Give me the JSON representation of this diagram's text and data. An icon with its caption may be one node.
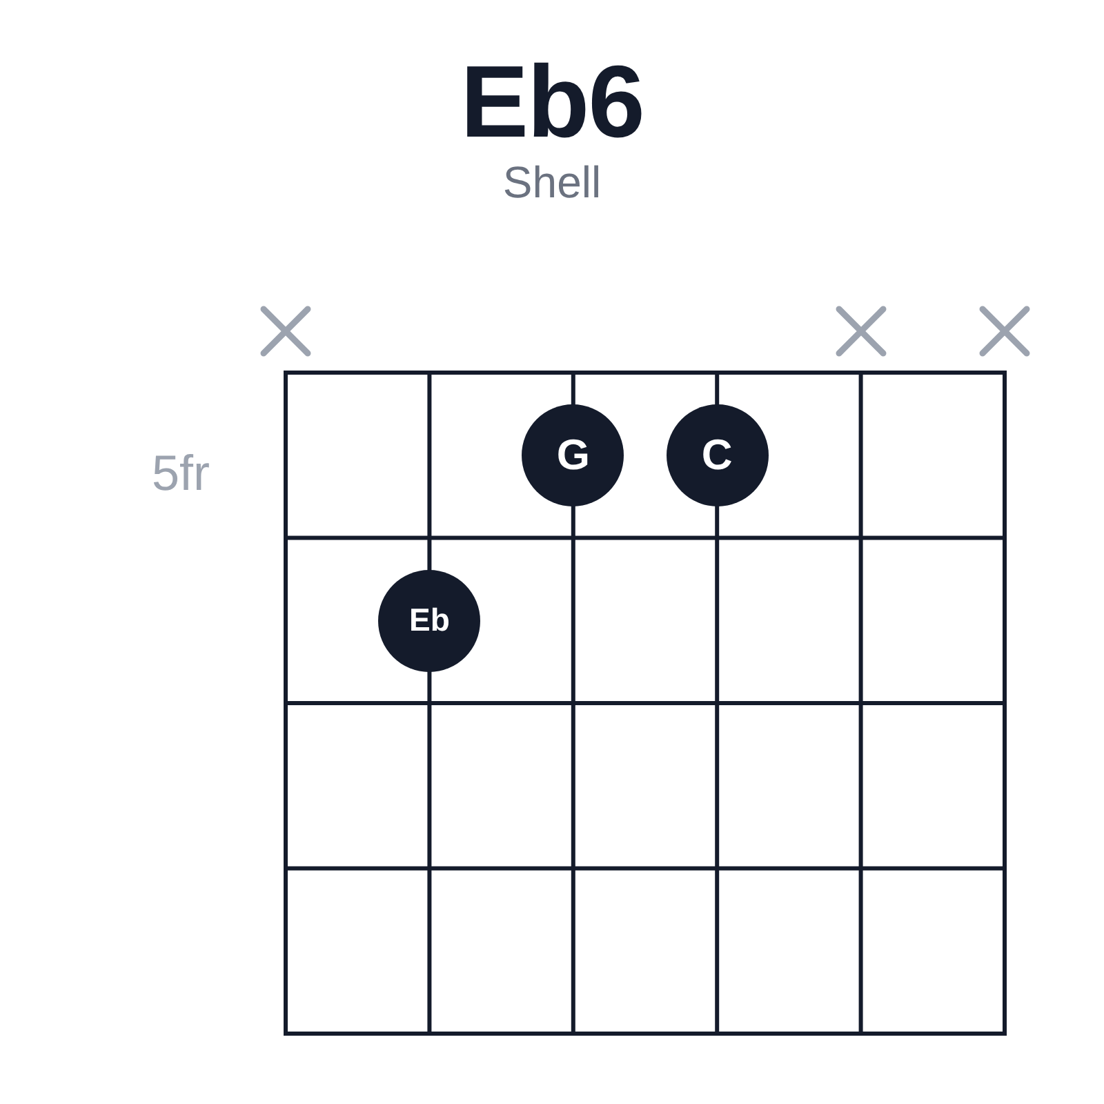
{
  "diagram": {
    "title": "Eb6",
    "nodes": [
      {
        "text": [
          "G"
        ]
      },
      {
        "text": [
          "C"
        ]
      },
      {
        "text": [
          "Eb"
        ]
      }
    ],
    "labels": [
      "Shell",
      "5fr"
    ]
  }
}
